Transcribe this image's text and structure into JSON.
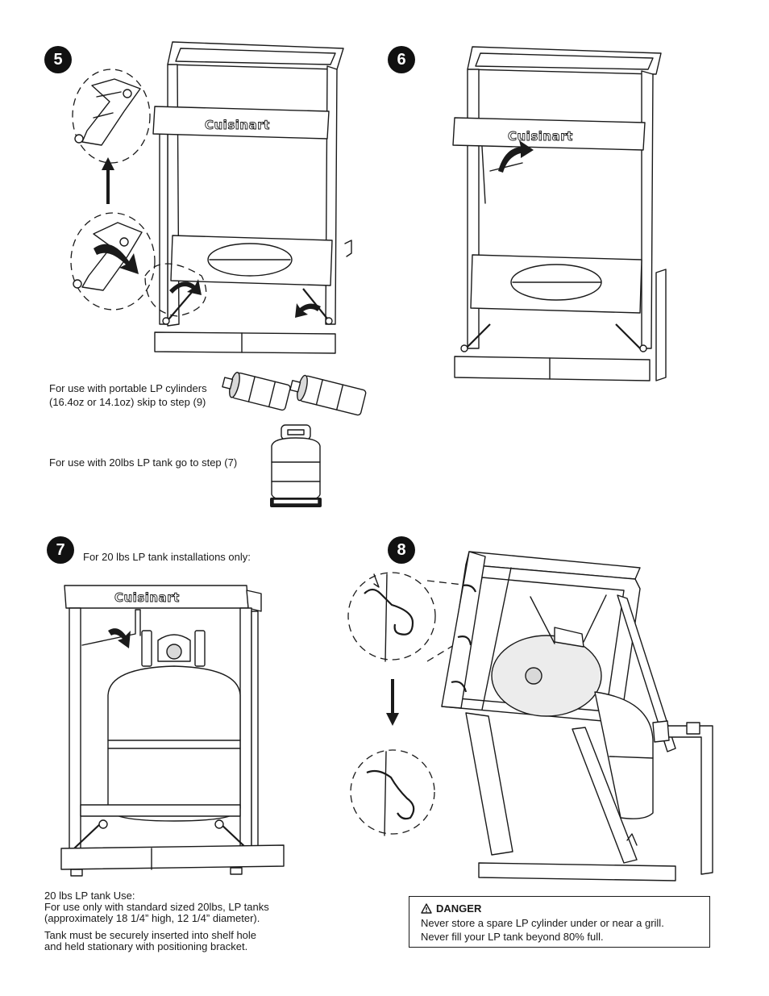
{
  "steps": [
    {
      "number": "5"
    },
    {
      "number": "6"
    },
    {
      "number": "7",
      "caption": "For 20 lbs LP tank installations only:"
    },
    {
      "number": "8"
    }
  ],
  "brand_label": "Cuisinart",
  "cylinder_note": {
    "line1": "For use with portable LP cylinders",
    "line2": "(16.4oz or 14.1oz)  skip to step (9)"
  },
  "tank_note": "For use with 20lbs LP tank go to step (7)",
  "tank_use": {
    "heading": "20 lbs LP tank Use:",
    "line1": "For use only with standard sized 20lbs, LP tanks",
    "line2": "(approximately 18 1/4” high, 12 1/4” diameter).",
    "line3": "Tank must be securely inserted into shelf hole",
    "line4": "and held stationary with positioning bracket."
  },
  "danger": {
    "icon": "warning-triangle-icon",
    "title": "DANGER",
    "line1": "Never store a spare LP cylinder under or near a grill.",
    "line2": "Never fill your LP tank beyond 80% full."
  },
  "colors": {
    "ink": "#1a1a1a",
    "badge": "#111111",
    "paper": "#ffffff"
  }
}
